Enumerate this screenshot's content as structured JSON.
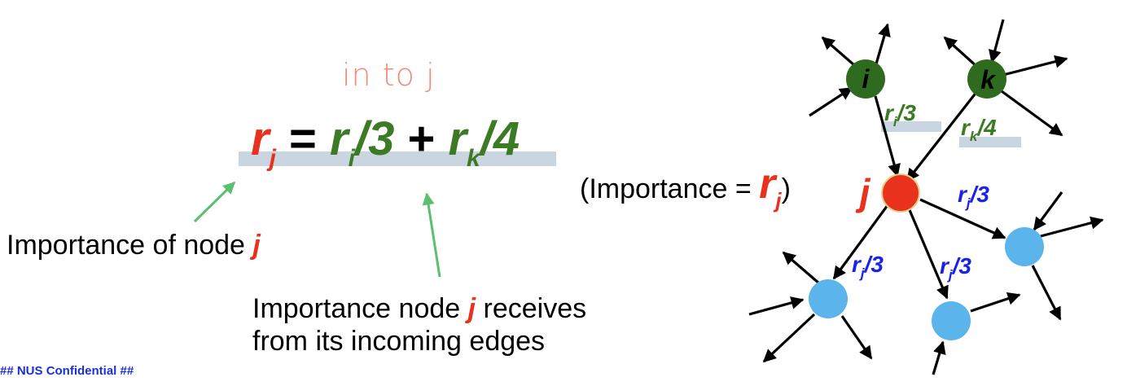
{
  "annotation": {
    "handwritten": "in to j"
  },
  "equation": {
    "r": "r",
    "j": "j",
    "equals": " = ",
    "i": "i",
    "div3": "/3",
    "plus": " + ",
    "k": "k",
    "div4": "/4"
  },
  "labels": {
    "importance_of_node_prefix": "Importance of node ",
    "j": "j",
    "receives_prefix": "Importance node ",
    "receives_suffix": " receives",
    "receives_line2": "from its incoming edges",
    "importance_eq_prefix": "(Importance = ",
    "importance_eq_suffix": ")"
  },
  "graph": {
    "node_i": "i",
    "node_k": "k",
    "node_j": "j",
    "edge_ij": "r",
    "edge_ij_sub": "i",
    "edge_ij_div": "/3",
    "edge_kj": "r",
    "edge_kj_sub": "k",
    "edge_kj_div": "/4",
    "out_r": "r",
    "out_sub": "j",
    "out_div": "/3"
  },
  "footer": "## NUS Confidential ##",
  "colors": {
    "red": "#e8321e",
    "green": "#3c7a24",
    "node_green": "#2f6b1f",
    "node_blue": "#5bb4ea",
    "edge_label_blue": "#1a22e6",
    "highlight": "#c9d5e0",
    "annotation_arrow": "#5cbf6e"
  }
}
